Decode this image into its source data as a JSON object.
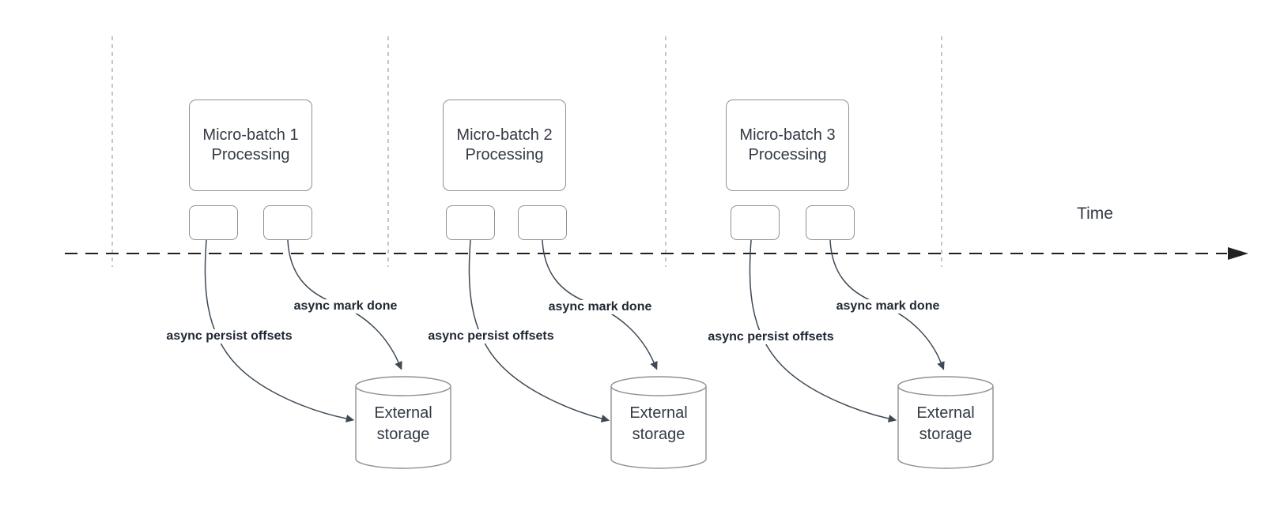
{
  "colors": {
    "background": "#ffffff",
    "shape_stroke": "#8d9096",
    "shape_text": "#333a45",
    "arrow": "#3e4954",
    "edge_label_text": "#1f2733",
    "time_axis": "#222222",
    "guide_line": "#b3b3b3"
  },
  "timeline": {
    "label": "Time"
  },
  "groups": [
    {
      "title_line1": "Micro-batch 1",
      "title_line2": "Processing",
      "persist_label": "async persist offsets",
      "done_label": "async mark done",
      "storage_line1": "External",
      "storage_line2": "storage"
    },
    {
      "title_line1": "Micro-batch 2",
      "title_line2": "Processing",
      "persist_label": "async persist offsets",
      "done_label": "async mark done",
      "storage_line1": "External",
      "storage_line2": "storage"
    },
    {
      "title_line1": "Micro-batch 3",
      "title_line2": "Processing",
      "persist_label": "async persist offsets",
      "done_label": "async mark done",
      "storage_line1": "External",
      "storage_line2": "storage"
    }
  ]
}
